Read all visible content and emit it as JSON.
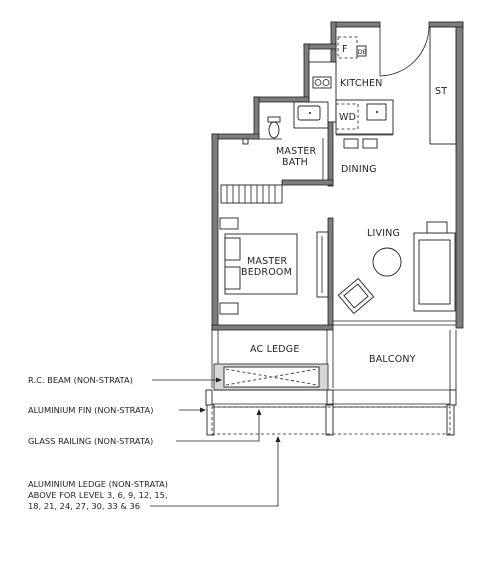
{
  "rooms": {
    "fridge": "F",
    "db": "DB",
    "kitchen": "KITCHEN",
    "wd": "WD",
    "store": "ST",
    "master_bath_line1": "MASTER",
    "master_bath_line2": "BATH",
    "dining": "DINING",
    "living": "LIVING",
    "master_bedroom_line1": "MASTER",
    "master_bedroom_line2": "BEDROOM",
    "ac_ledge": "AC LEDGE",
    "balcony": "BALCONY"
  },
  "annotations": {
    "rc_beam": "R.C. BEAM (NON-STRATA)",
    "aluminium_fin": "ALUMINIUM FIN (NON-STRATA)",
    "glass_railing": "GLASS RAILING (NON-STRATA)",
    "aluminium_ledge_line1": "ALUMINIUM LEDGE (NON-STRATA)",
    "aluminium_ledge_line2": "ABOVE FOR LEVEL 3, 6, 9, 12, 15,",
    "aluminium_ledge_line3": "18, 21, 24, 27, 30, 33 & 36"
  },
  "colors": {
    "wall": "#7d7d7d",
    "line": "#231f20",
    "background": "#ffffff"
  }
}
